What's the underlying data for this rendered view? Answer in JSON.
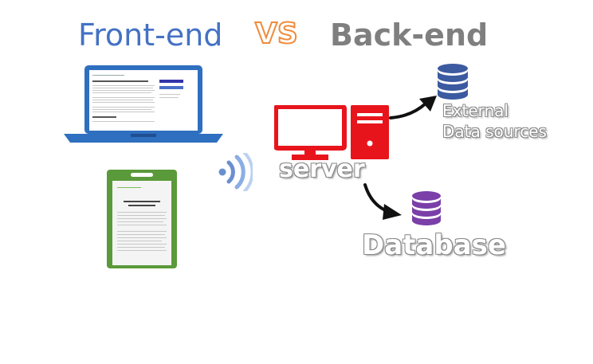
{
  "header": {
    "front_label": "Front-end",
    "vs_label": "VS",
    "back_label": "Back-end"
  },
  "nodes": {
    "server_label": "server",
    "external_line1": "External",
    "external_line2": "Data sources",
    "database_label": "Database"
  },
  "colors": {
    "frontend_blue": "#4472c4",
    "vs_orange": "#f08a3a",
    "backend_gray": "#7f7f7f",
    "server_red": "#e8141c",
    "db_blue": "#3c5aa0",
    "db_purple": "#7a3fa8",
    "phone_green": "#5a9a3a"
  },
  "icons": {
    "laptop": "laptop-icon",
    "phone": "phone-icon",
    "wifi": "wifi-signal-icon",
    "server": "desktop-computer-icon",
    "external_db": "database-stack-icon",
    "database": "database-stack-icon",
    "arrow": "curved-arrow-icon"
  }
}
